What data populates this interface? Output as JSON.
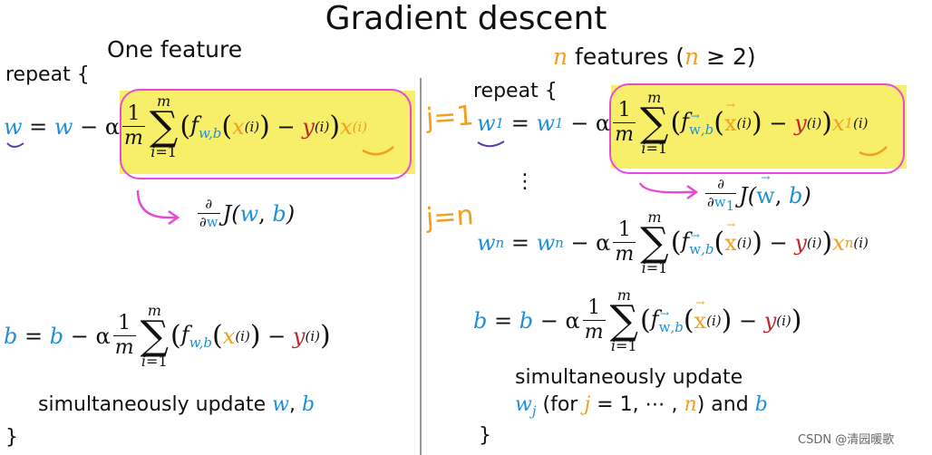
{
  "title": "Gradient descent",
  "left": {
    "heading": "One feature",
    "repeat": "repeat {",
    "close": "}",
    "simul": "simultaneously update",
    "simul_w": "w",
    "simul_comma": ", ",
    "simul_b": "b"
  },
  "right": {
    "heading_n": "n",
    "heading_text": " features (",
    "heading_cond_n": "n",
    "heading_cond": " ≥ 2)",
    "repeat": "repeat {",
    "close": "}",
    "ellipsis": "⋮",
    "simul": "simultaneously update",
    "wj": "w",
    "wj_sub": "j",
    "for_text": " (for ",
    "for_j": "j",
    "for_eq": " = 1, ⋯ , ",
    "for_n": "n",
    "for_and": ") and ",
    "for_b": "b"
  },
  "annotations": {
    "j1": "j=1",
    "jn": "j=n"
  },
  "watermark": "CSDN @清园暖歌",
  "colors": {
    "blue": "#1e90d8",
    "orange": "#f0a020",
    "red": "#c0282e",
    "highlight": "#f7ef6a",
    "pink": "#e64bd8"
  }
}
